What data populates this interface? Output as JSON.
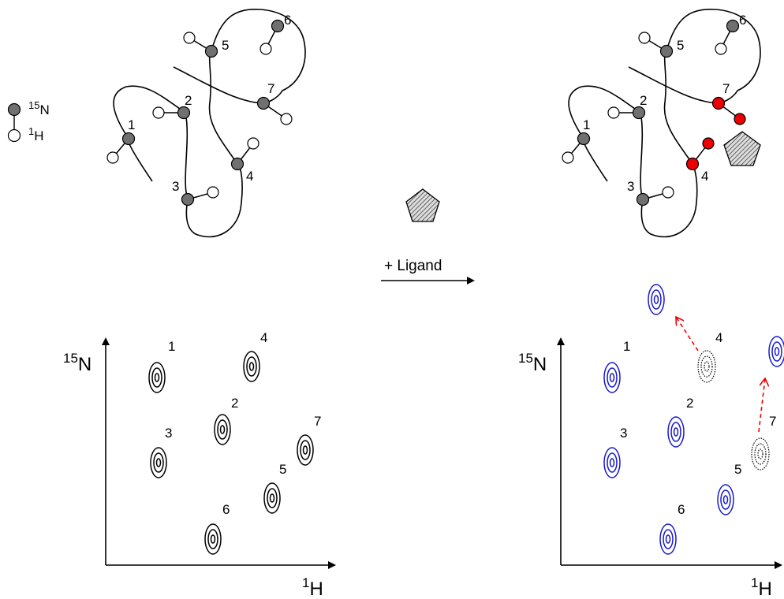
{
  "legend": {
    "n_label": "15N",
    "n_mass": "15",
    "n_symbol": "N",
    "h_label": "1H",
    "h_mass": "1",
    "h_symbol": "H"
  },
  "arrow_text": "+ Ligand",
  "residues": [
    "1",
    "2",
    "3",
    "4",
    "5",
    "6",
    "7"
  ],
  "left_panel": {
    "y_axis": {
      "mass": "15",
      "symbol": "N"
    },
    "x_axis": {
      "mass": "1",
      "symbol": "H"
    },
    "peak_labels": [
      "1",
      "2",
      "3",
      "4",
      "5",
      "6",
      "7"
    ]
  },
  "right_panel": {
    "y_axis": {
      "mass": "15",
      "symbol": "N"
    },
    "x_axis": {
      "mass": "1",
      "symbol": "H"
    },
    "peak_labels": [
      "1",
      "2",
      "3",
      "4",
      "5",
      "6",
      "7"
    ],
    "shifted_residues": [
      "4",
      "7"
    ]
  },
  "colors": {
    "nitrogen": "#707070",
    "hydrogen": "#ffffff",
    "perturbed_atom": "#ee0000",
    "reference_peak": "#000000",
    "bound_peak": "#1a1acc",
    "shift_arrow": "#ee0000",
    "ligand": "#999999"
  }
}
